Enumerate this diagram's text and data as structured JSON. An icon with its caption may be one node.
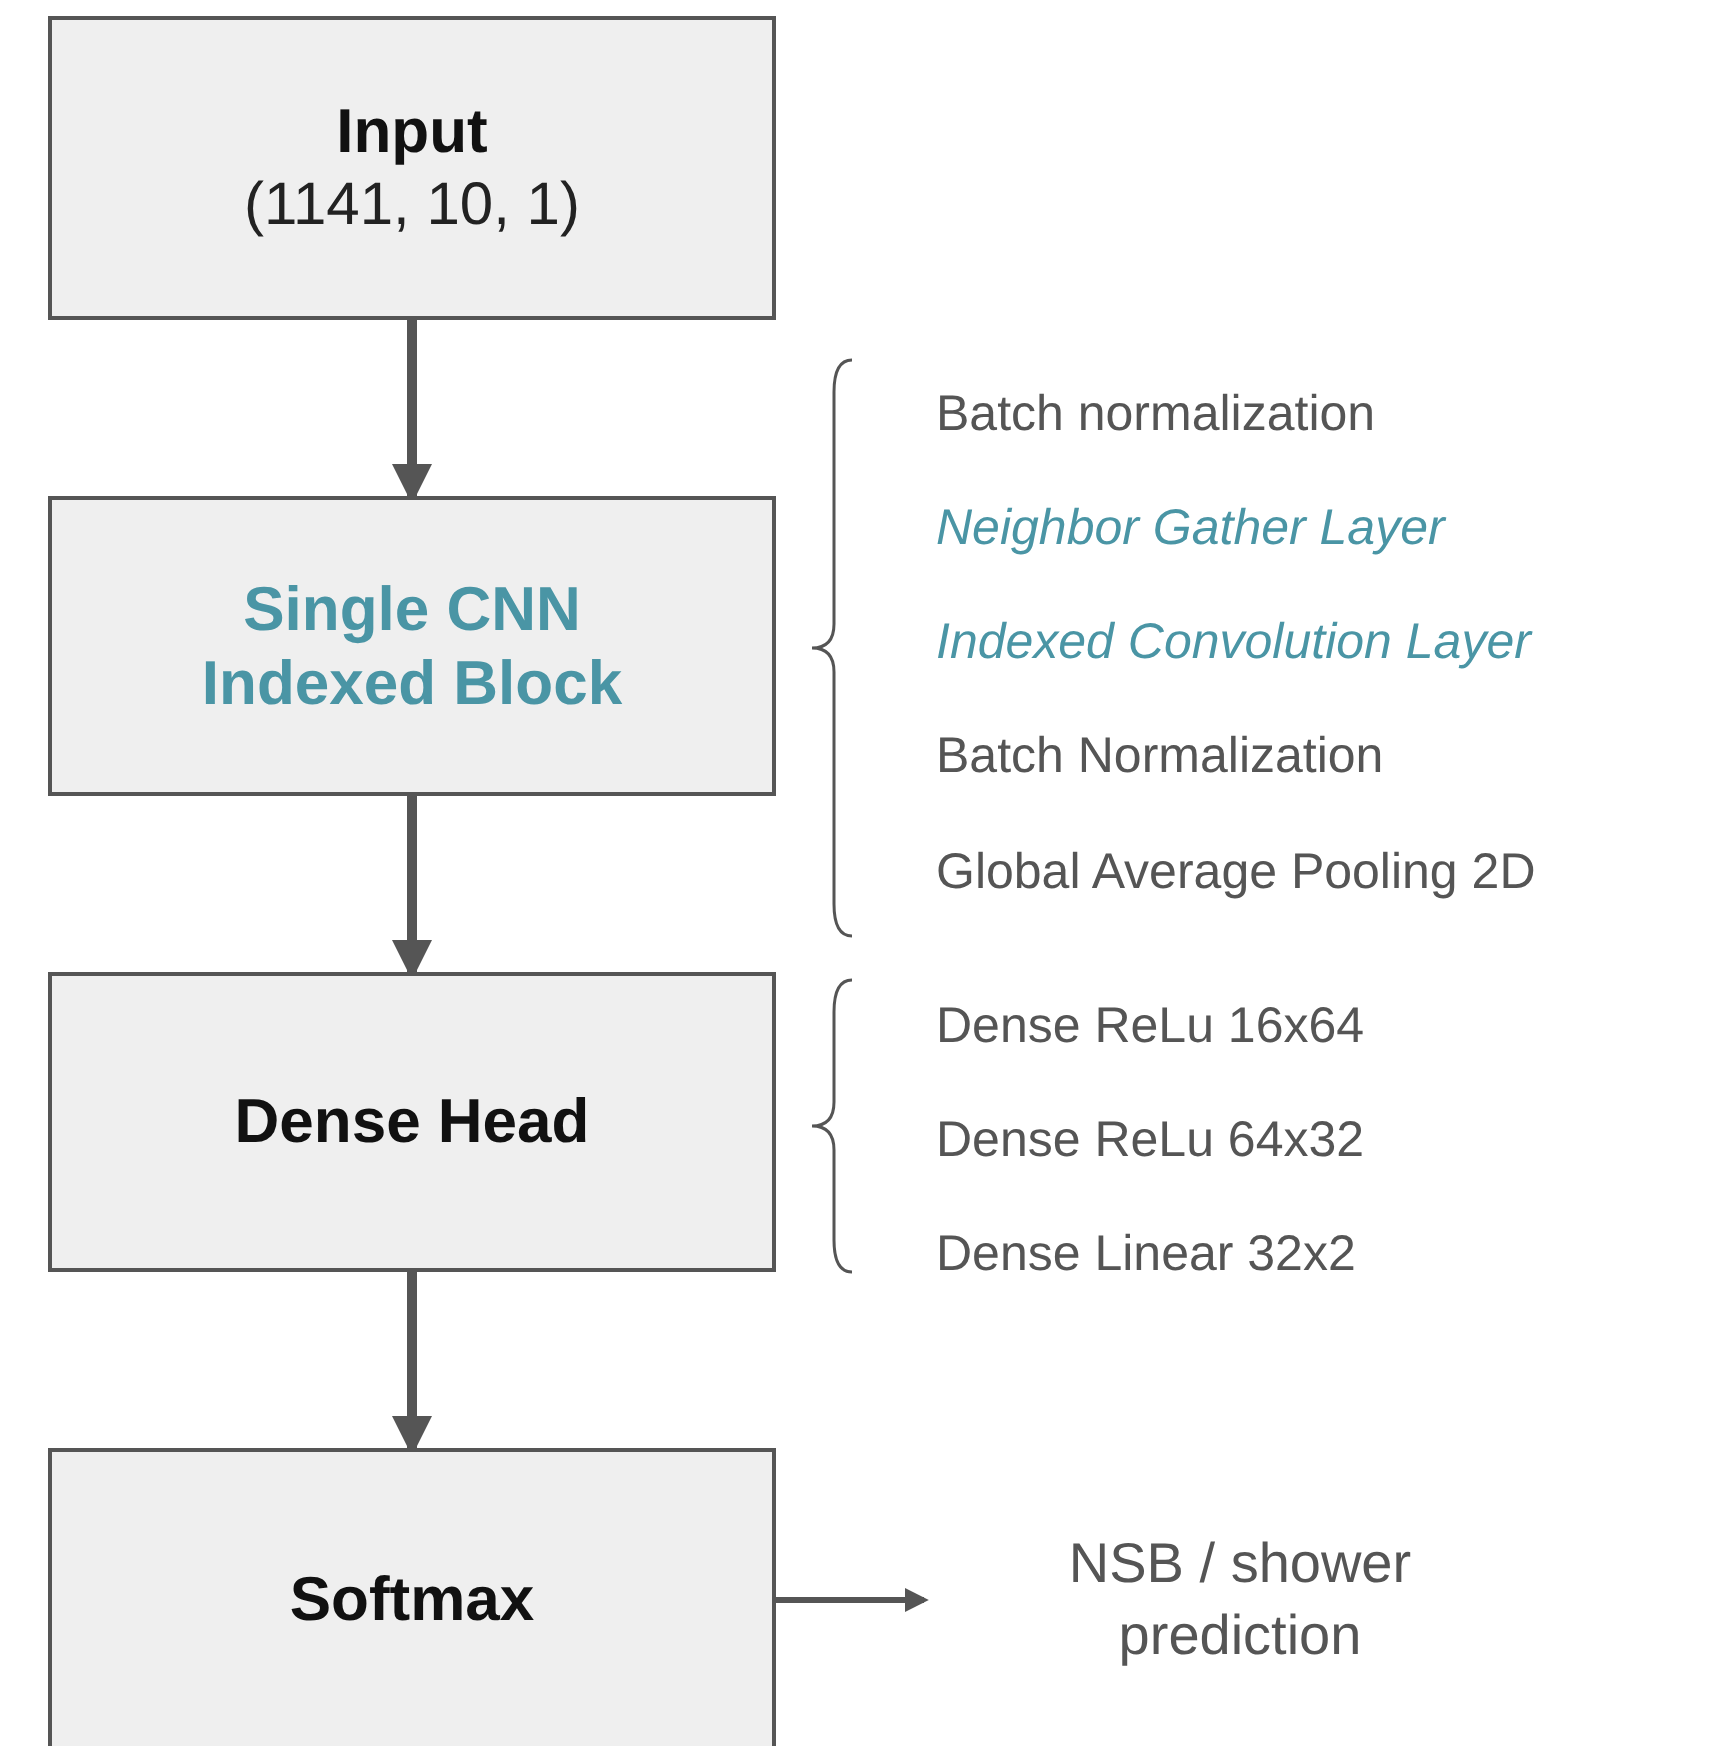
{
  "diagram": {
    "nodes": [
      {
        "text": [
          "Input",
          "(1141, 10, 1)"
        ]
      },
      {
        "text": [
          "Single CNN Indexed Block"
        ]
      },
      {
        "text": [
          "Dense Head"
        ]
      },
      {
        "text": [
          "Softmax"
        ]
      },
      {
        "text": [
          "NSB / shower prediction"
        ]
      }
    ],
    "edges": [
      {
        "from": 0,
        "to": 1,
        "arrow": "to"
      },
      {
        "from": 1,
        "to": 2,
        "arrow": "to"
      },
      {
        "from": 2,
        "to": 3,
        "arrow": "to"
      },
      {
        "from": 3,
        "to": 4,
        "arrow": "to"
      }
    ],
    "labels": [
      "Batch normalization",
      "Neighbor Gather Layer",
      "Indexed Convolution Layer",
      "Batch Normalization",
      "Global Average Pooling 2D",
      "Dense ReLu 16x64",
      "Dense ReLu 64x32",
      "Dense Linear 32x2"
    ]
  }
}
